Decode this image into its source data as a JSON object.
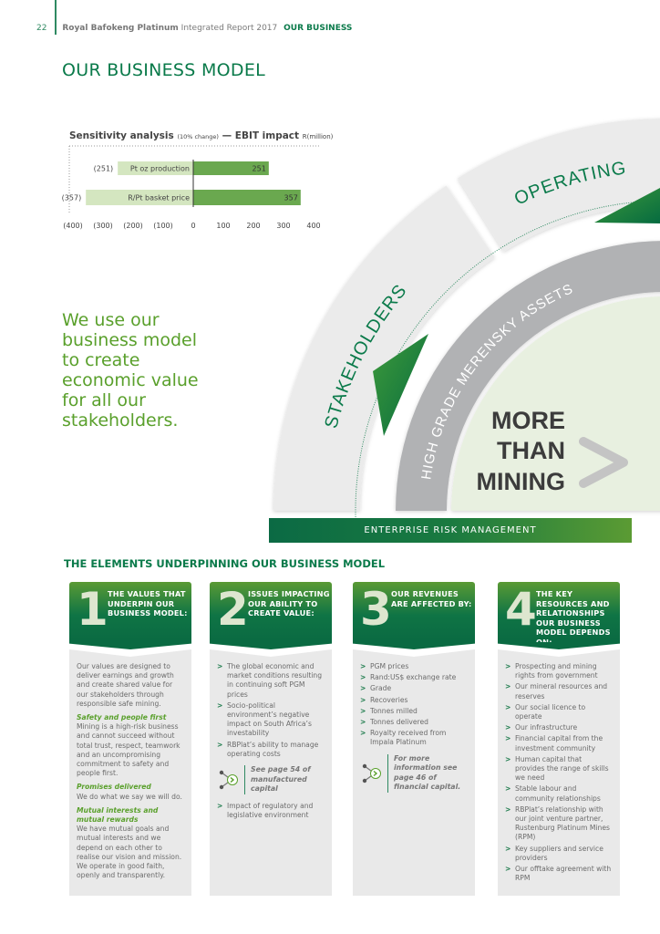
{
  "header": {
    "page_number": "22",
    "company": "Royal Bafokeng Platinum",
    "report": "Integrated Report 2017",
    "section": "OUR BUSINESS"
  },
  "title": "OUR BUSINESS MODEL",
  "chart_title": {
    "main": "Sensitivity analysis",
    "change": "(10% change)",
    "dash": "—",
    "impact": "EBIT impact",
    "unit": "R(million)"
  },
  "chart_data": {
    "type": "bar",
    "orientation": "horizontal-diverging",
    "title": "Sensitivity analysis (10% change) — EBIT impact R(million)",
    "categories": [
      "Pt oz production",
      "R/Pt basket price"
    ],
    "series": [
      {
        "values": [
          -251,
          -357
        ],
        "labels": [
          "(251)",
          "(357)"
        ],
        "color": "#d4e6c0"
      },
      {
        "values": [
          251,
          357
        ],
        "labels": [
          "251",
          "357"
        ],
        "color": "#6aa84f"
      }
    ],
    "xlim": [
      -400,
      400
    ],
    "xticks": [
      -400,
      -300,
      -200,
      -100,
      0,
      100,
      200,
      300,
      400
    ],
    "xtick_labels": [
      "(400)",
      "(300)",
      "(200)",
      "(100)",
      "0",
      "100",
      "200",
      "300",
      "400"
    ],
    "grid": false
  },
  "diagram": {
    "outer_left": "STAKEHOLDERS",
    "outer_right": "OPERATING",
    "middle": "HIGH GRADE MERENSKY ASSETS",
    "core": [
      "MORE",
      "THAN",
      "MINING"
    ],
    "base": "ENTERPRISE RISK MANAGEMENT"
  },
  "tagline": "We use our business model to create economic value for all our stakeholders.",
  "elements_heading": "THE ELEMENTS UNDERPINNING OUR BUSINESS MODEL",
  "columns": [
    {
      "number": "1",
      "title": "THE VALUES THAT UNDERPIN OUR BUSINESS MODEL:",
      "intro": "Our values are designed to deliver earnings and growth and create shared value for our stakeholders through responsible safe mining.",
      "values": [
        {
          "heading": "Safety and people first",
          "text": "Mining is a high-risk business and cannot succeed without total trust, respect, teamwork and an uncompromising commitment to safety and people first."
        },
        {
          "heading": "Promises delivered",
          "text": "We do what we say we will do."
        },
        {
          "heading": "Mutual interests and mutual rewards",
          "text": "We have mutual goals and mutual interests and we depend on each other to realise our vision and mission. We operate in good faith, openly and transparently."
        }
      ]
    },
    {
      "number": "2",
      "title": "ISSUES IMPACTING OUR ABILITY TO CREATE VALUE:",
      "items": [
        "The global economic and market conditions resulting in continuing soft PGM prices",
        "Socio-political environment’s negative impact on South Africa’s investability",
        "RBPlat’s ability to manage operating costs"
      ],
      "ref": "See page 54 of manufactured capital",
      "items_after": [
        "Impact of regulatory and legislative environment"
      ]
    },
    {
      "number": "3",
      "title": "OUR REVENUES ARE AFFECTED BY:",
      "items": [
        "PGM prices",
        "Rand:US$ exchange rate",
        "Grade",
        "Recoveries",
        "Tonnes milled",
        "Tonnes delivered",
        "Royalty received from Impala Platinum"
      ],
      "ref": "For more information see page 46 of financial capital."
    },
    {
      "number": "4",
      "title": "THE KEY RESOURCES AND RELATIONSHIPS OUR BUSINESS MODEL DEPENDS ON:",
      "items": [
        "Prospecting and mining rights from government",
        "Our mineral resources and reserves",
        "Our social licence to operate",
        "Our infrastructure",
        "Financial capital from the investment community",
        "Human capital that provides the range of skills we need",
        "Stable labour and community relationships",
        "RBPlat’s relationship with our joint venture partner, Rustenburg Platinum Mines (RPM)",
        "Key suppliers and service providers",
        "Our offtake agreement with RPM"
      ]
    }
  ],
  "colors": {
    "brand_green": "#0a7a4a",
    "light_green": "#5aa02c",
    "panel_grey": "#e9e9e9"
  }
}
